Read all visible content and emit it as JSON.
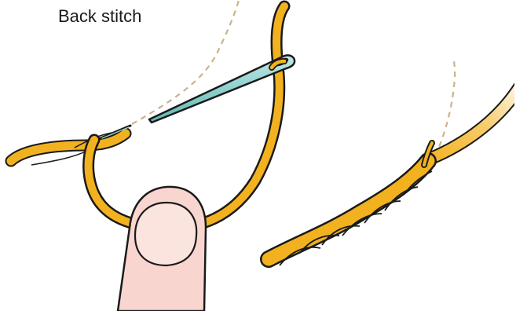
{
  "title": "Back stitch",
  "colors": {
    "thread": "#F2B21F",
    "thread_outline": "#1a1a1a",
    "needle": "#8fd3cf",
    "needle_dark": "#3a8f8b",
    "guide_line": "#c9b48a",
    "finger_skin": "#F8D6CF",
    "finger_nail": "#FBE3DE"
  },
  "illustrations": [
    {
      "name": "needle-and-loop",
      "icon": "needle-icon"
    },
    {
      "name": "twisted-thread",
      "icon": "twisted-thread-icon"
    }
  ]
}
